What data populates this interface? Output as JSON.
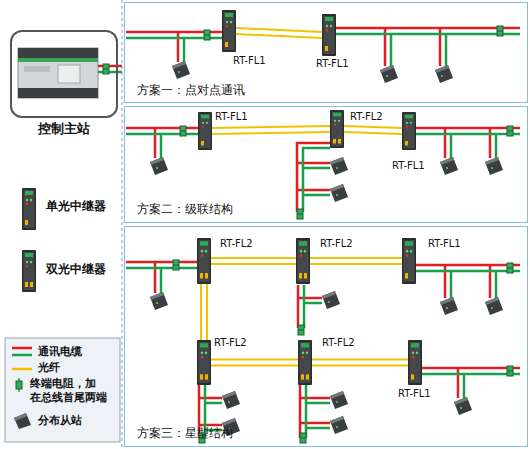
{
  "diagram": {
    "nodes": [
      {
        "text": [
          "控制主站"
        ]
      },
      {
        "text": [
          "方案一：点对点通讯"
        ]
      },
      {
        "text": [
          "RT-FL1"
        ],
        "in": 1
      },
      {
        "text": [
          "RT-FL1"
        ],
        "in": 1
      },
      {
        "text": [
          "方案二：级联结构"
        ]
      },
      {
        "text": [
          "RT-FL1"
        ],
        "in": 4
      },
      {
        "text": [
          "RT-FL2"
        ],
        "in": 4
      },
      {
        "text": [
          "RT-FL1"
        ],
        "in": 4
      },
      {
        "text": [
          "方案三：星型结构"
        ]
      },
      {
        "text": [
          "RT-FL2"
        ],
        "in": 8
      },
      {
        "text": [
          "RT-FL2"
        ],
        "in": 8
      },
      {
        "text": [
          "RT-FL1"
        ],
        "in": 8
      },
      {
        "text": [
          "RT-FL2"
        ],
        "in": 8
      },
      {
        "text": [
          "RT-FL2"
        ],
        "in": 8
      },
      {
        "text": [
          "RT-FL1"
        ],
        "in": 8
      }
    ],
    "edges": [
      {
        "from": 2,
        "to": 3,
        "arrow": "none"
      },
      {
        "from": 5,
        "to": 6,
        "arrow": "none"
      },
      {
        "from": 6,
        "to": 7,
        "arrow": "none"
      },
      {
        "from": 9,
        "to": 10,
        "arrow": "none"
      },
      {
        "from": 10,
        "to": 11,
        "arrow": "none"
      },
      {
        "from": 9,
        "to": 12,
        "arrow": "none"
      },
      {
        "from": 12,
        "to": 13,
        "arrow": "none"
      },
      {
        "from": 13,
        "to": 14,
        "arrow": "none"
      }
    ],
    "legend": [
      {
        "text": "单光中继器"
      },
      {
        "text": "双光中继器"
      },
      {
        "text": "通讯电缆"
      },
      {
        "text": "光纤"
      },
      {
        "text": "终端电阻，加 在总线首尾两端"
      },
      {
        "text": "分布从站"
      }
    ]
  }
}
